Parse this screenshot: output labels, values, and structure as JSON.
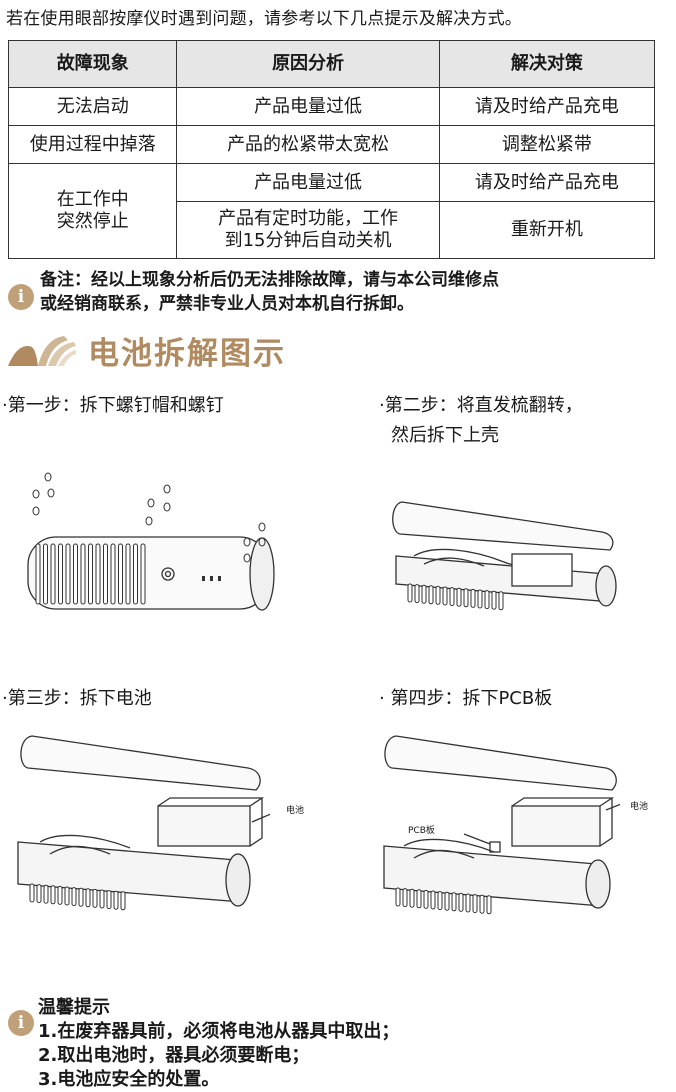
{
  "intro": "若在使用眼部按摩仪时遇到问题，请参考以下几点提示及解决方式。",
  "table": {
    "headers": [
      "故障现象",
      "原因分析",
      "解决对策"
    ],
    "rows": [
      {
        "symptom": "无法启动",
        "cause": "产品电量过低",
        "solution": "请及时给产品充电"
      },
      {
        "symptom": "使用过程中掉落",
        "cause": "产品的松紧带太宽松",
        "solution": "调整松紧带"
      }
    ],
    "merged": {
      "symptom_line1": "在工作中",
      "symptom_line2": "突然停止",
      "rows": [
        {
          "cause": "产品电量过低",
          "solution": "请及时给产品充电"
        },
        {
          "cause_line1": "产品有定时功能，工作",
          "cause_line2": "到15分钟后自动关机",
          "solution": "重新开机"
        }
      ]
    }
  },
  "note": {
    "icon": "info-icon",
    "line1": "备注：经以上现象分析后仍无法排除故障，请与本公司维修点",
    "line2": "或经销商联系，严禁非专业人员对本机自行拆卸。"
  },
  "section_title": "电池拆解图示",
  "steps": [
    {
      "line1": "·第一步：拆下螺钉帽和螺钉"
    },
    {
      "line1": "·第二步：将直发梳翻转，",
      "line2": "然后拆下上壳"
    },
    {
      "line1": "·第三步：拆下电池",
      "battery_label": "电池"
    },
    {
      "line1": "· 第四步：拆下PCB板",
      "battery_label": "电池",
      "pcb_label": "PCB板"
    }
  ],
  "tips": {
    "icon": "info-icon",
    "title": "温馨提示",
    "items": [
      "1.在废弃器具前，必须将电池从器具中取出；",
      "2.取出电池时，器具必须要断电；",
      "3.电池应安全的处置。"
    ]
  },
  "colors": {
    "accent": "#b08a60",
    "icon": "#c0a078",
    "header_bg": "#e6e6e6"
  }
}
